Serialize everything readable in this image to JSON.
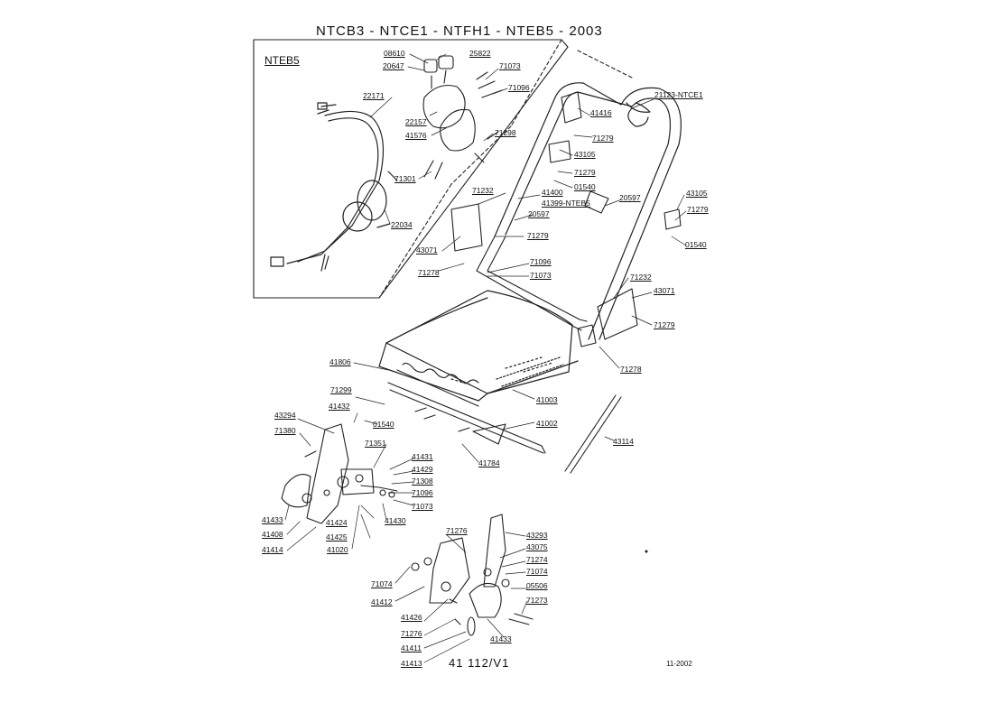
{
  "header": {
    "title": "NTCB3  -  NTCE1  -  NTFH1  -  NTEB5   -    2003"
  },
  "inset": {
    "title": "NTEB5"
  },
  "footer": {
    "reference": "41  112/V1",
    "date": "11-2002"
  },
  "parts": [
    {
      "id": "p0",
      "label": "08610"
    },
    {
      "id": "p1",
      "label": "25822"
    },
    {
      "id": "p2",
      "label": "20647"
    },
    {
      "id": "p3",
      "label": "71073"
    },
    {
      "id": "p4",
      "label": "71096"
    },
    {
      "id": "p5",
      "label": "22171"
    },
    {
      "id": "p6",
      "label": "22157"
    },
    {
      "id": "p7",
      "label": "41576"
    },
    {
      "id": "p8",
      "label": "71298"
    },
    {
      "id": "p9",
      "label": "71301"
    },
    {
      "id": "p10",
      "label": "22034"
    },
    {
      "id": "p11",
      "label": "21123-NTCE1"
    },
    {
      "id": "p12",
      "label": "41416"
    },
    {
      "id": "p13",
      "label": "71279"
    },
    {
      "id": "p14",
      "label": "43105"
    },
    {
      "id": "p15",
      "label": "71279"
    },
    {
      "id": "p16",
      "label": "01540"
    },
    {
      "id": "p17",
      "label": "71232"
    },
    {
      "id": "p18",
      "label": "41400"
    },
    {
      "id": "p19",
      "label": "41399-NTEB5"
    },
    {
      "id": "p20",
      "label": "20597"
    },
    {
      "id": "p21",
      "label": "20597"
    },
    {
      "id": "p22",
      "label": "43105"
    },
    {
      "id": "p23",
      "label": "71279"
    },
    {
      "id": "p24",
      "label": "01540"
    },
    {
      "id": "p25",
      "label": "43071"
    },
    {
      "id": "p26",
      "label": "71279"
    },
    {
      "id": "p27",
      "label": "71278"
    },
    {
      "id": "p28",
      "label": "71096"
    },
    {
      "id": "p29",
      "label": "71073"
    },
    {
      "id": "p30",
      "label": "71232"
    },
    {
      "id": "p31",
      "label": "43071"
    },
    {
      "id": "p32",
      "label": "71279"
    },
    {
      "id": "p33",
      "label": "71278"
    },
    {
      "id": "p34",
      "label": "41806"
    },
    {
      "id": "p35",
      "label": "41003"
    },
    {
      "id": "p36",
      "label": "71299"
    },
    {
      "id": "p37",
      "label": "41432"
    },
    {
      "id": "p38",
      "label": "43294"
    },
    {
      "id": "p39",
      "label": "01540"
    },
    {
      "id": "p40",
      "label": "41002"
    },
    {
      "id": "p41",
      "label": "71380"
    },
    {
      "id": "p42",
      "label": "43114"
    },
    {
      "id": "p43",
      "label": "71351"
    },
    {
      "id": "p44",
      "label": "41431"
    },
    {
      "id": "p45",
      "label": "41784"
    },
    {
      "id": "p46",
      "label": "41429"
    },
    {
      "id": "p47",
      "label": "71308"
    },
    {
      "id": "p48",
      "label": "71096"
    },
    {
      "id": "p49",
      "label": "71073"
    },
    {
      "id": "p50",
      "label": "41433"
    },
    {
      "id": "p51",
      "label": "41424"
    },
    {
      "id": "p52",
      "label": "41430"
    },
    {
      "id": "p53",
      "label": "41408"
    },
    {
      "id": "p54",
      "label": "41425"
    },
    {
      "id": "p55",
      "label": "41414"
    },
    {
      "id": "p56",
      "label": "41020"
    },
    {
      "id": "p57",
      "label": "71276"
    },
    {
      "id": "p58",
      "label": "43293"
    },
    {
      "id": "p59",
      "label": "43075"
    },
    {
      "id": "p60",
      "label": "71274"
    },
    {
      "id": "p61",
      "label": "71074"
    },
    {
      "id": "p62",
      "label": "71074"
    },
    {
      "id": "p63",
      "label": "05506"
    },
    {
      "id": "p64",
      "label": "41412"
    },
    {
      "id": "p65",
      "label": "71273"
    },
    {
      "id": "p66",
      "label": "41426"
    },
    {
      "id": "p67",
      "label": "71276"
    },
    {
      "id": "p68",
      "label": "41433"
    },
    {
      "id": "p69",
      "label": "41411"
    },
    {
      "id": "p70",
      "label": "41413"
    }
  ]
}
